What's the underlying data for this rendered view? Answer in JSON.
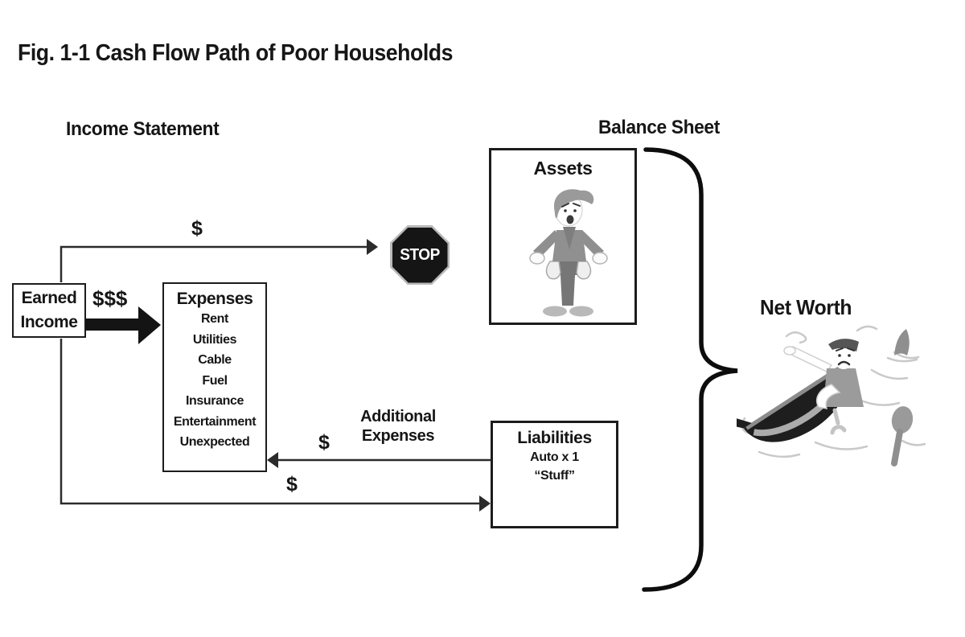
{
  "figure_title": "Fig. 1-1 Cash Flow Path of Poor Households",
  "sections": {
    "income_statement": "Income Statement",
    "balance_sheet": "Balance Sheet",
    "net_worth": "Net Worth"
  },
  "earned_income_box": {
    "line1": "Earned",
    "line2": "Income"
  },
  "flow_labels": {
    "earned_to_expenses": "$$$",
    "earned_to_stop": "$",
    "liabilities_to_expenses": "$",
    "earned_to_liabilities": "$",
    "additional_expenses": {
      "line1": "Additional",
      "line2": "Expenses"
    }
  },
  "stop_sign": {
    "label": "STOP"
  },
  "expenses_box": {
    "title": "Expenses",
    "items": [
      "Rent",
      "Utilities",
      "Cable",
      "Fuel",
      "Insurance",
      "Entertainment",
      "Unexpected"
    ]
  },
  "assets_box": {
    "title": "Assets",
    "illustration": "man-with-empty-pockets"
  },
  "liabilities_box": {
    "title": "Liabilities",
    "items": [
      "Auto x 1",
      "“Stuff”"
    ]
  },
  "net_worth_illustration": "man-in-sinking-rowboat-with-shark-fin-and-paddle",
  "colors": {
    "ink": "#161616",
    "line": "#2b2b2b",
    "stop_fill": "#151515",
    "stop_text": "#ffffff",
    "gray_mid": "#9a9a9a",
    "gray_dark": "#6f6f6f",
    "gray_light": "#c9c9c9",
    "background": "#ffffff"
  }
}
